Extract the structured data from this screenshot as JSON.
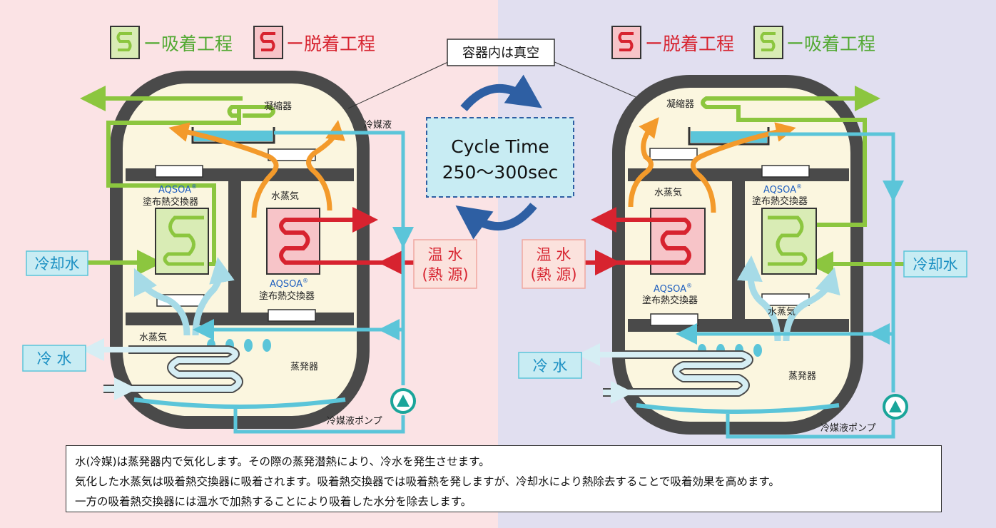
{
  "colors": {
    "left_bg": "#fbe3e5",
    "right_bg": "#e1dff0",
    "vessel_outline": "#4a4a4a",
    "vessel_fill": "#fbf6df",
    "adsorption_green": "#8cc63f",
    "desorption_red": "#d7232f",
    "coolant_cyan": "#5bc5d9",
    "vapor_orange": "#f39a2b",
    "vapor_lightblue": "#a6dbe7",
    "cycle_blue": "#2e5fa3"
  },
  "legend_left": {
    "adsorption": "ー吸着工程",
    "desorption": "ー脱着工程"
  },
  "legend_right": {
    "desorption": "ー脱着工程",
    "adsorption": "ー吸着工程"
  },
  "vacuum_note": "容器内は真空",
  "cycle": {
    "line1": "Cycle Time",
    "line2": "250～300sec"
  },
  "left_unit": {
    "condenser": "凝縮器",
    "refrigerant_liquid": "冷媒液",
    "aqsoa_a": "AQSOA",
    "hx_a": "塗布熱交換器",
    "vapor_top": "水蒸気",
    "aqsoa_b": "AQSOA",
    "hx_b": "塗布熱交換器",
    "vapor_bottom": "水蒸気",
    "evaporator": "蒸発器",
    "pump": "冷媒液ポンプ",
    "cooling_water": "冷却水",
    "hot_water_1": "温 水",
    "hot_water_2": "(熱 源)",
    "chilled_water": "冷 水"
  },
  "right_unit": {
    "condenser": "凝縮器",
    "vapor_top": "水蒸気",
    "aqsoa_a": "AQSOA",
    "hx_a": "塗布熱交換器",
    "aqsoa_b": "AQSOA",
    "hx_b": "塗布熱交換器",
    "vapor_bottom": "水蒸気",
    "evaporator": "蒸発器",
    "pump": "冷媒液ポンプ",
    "cooling_water": "冷却水",
    "hot_water_1": "温 水",
    "hot_water_2": "(熱 源)",
    "chilled_water": "冷 水"
  },
  "registered_mark": "®",
  "caption": {
    "line1": "水(冷媒)は蒸発器内で気化します。その際の蒸発潜熱により、冷水を発生させます。",
    "line2": "気化した水蒸気は吸着熱交換器に吸着されます。吸着熱交換器では吸着熱を発しますが、冷却水により熱除去することで吸着効果を高めます。",
    "line3": "一方の吸着熱交換器には温水で加熱することにより吸着した水分を除去します。"
  }
}
